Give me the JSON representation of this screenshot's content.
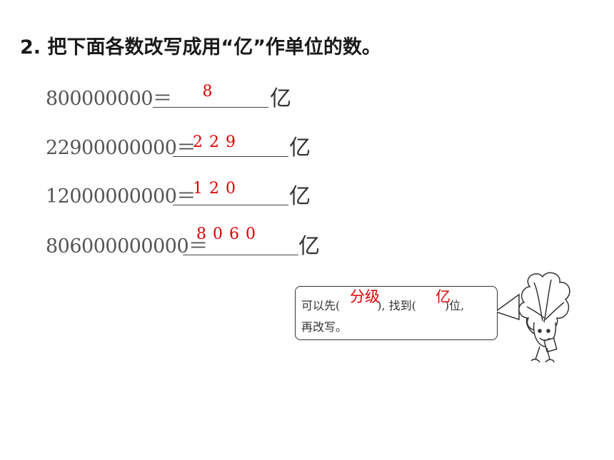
{
  "question": {
    "title": "2. 把下面各数改写成用“亿”作单位的数。"
  },
  "rows": [
    {
      "expr": "800000000＝",
      "answer": "8",
      "unit": "亿"
    },
    {
      "expr": "22900000000＝",
      "answer": "229",
      "unit": "亿"
    },
    {
      "expr": "12000000000＝",
      "answer": "120",
      "unit": "亿"
    },
    {
      "expr": "806000000000＝",
      "answer": "8060",
      "unit": "亿"
    }
  ],
  "hint": {
    "line1_prefix": "可以先(",
    "answer1": "分级",
    "line1_middle": "), 找到(",
    "answer2": "亿",
    "line1_suffix": ")位,",
    "line2": "再改写。"
  },
  "colors": {
    "answer_red": "#e00000",
    "text": "#333333"
  }
}
